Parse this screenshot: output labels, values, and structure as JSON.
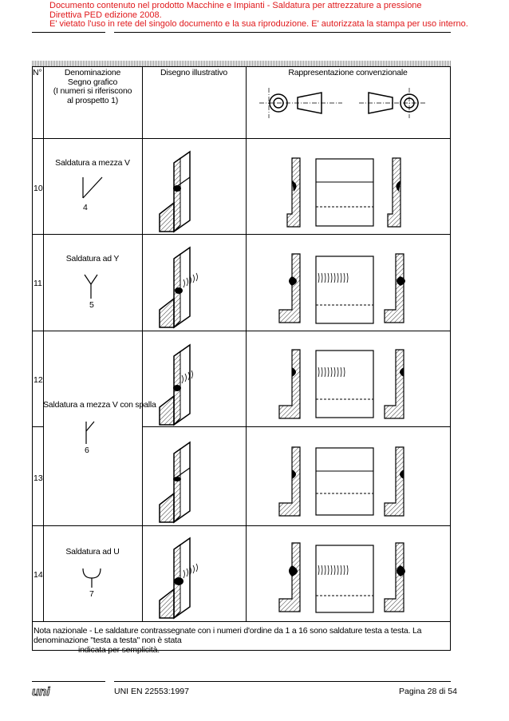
{
  "notice": {
    "line1": "Documento contenuto nel prodotto Macchine e Impianti - Saldatura per attrezzature a pressione",
    "line2": "Direttiva PED edizione 2008.",
    "line3": "E' vietato l'uso in rete del singolo documento e la sua riproduzione. E' autorizzata la stampa per uso interno."
  },
  "table": {
    "headers": {
      "num": "N°",
      "denom": [
        "Denominazione",
        "Segno grafico",
        "(I numeri si riferiscono",
        "al prospetto 1)"
      ],
      "drawing": "Disegno illustrativo",
      "repr": "Rappresentazione convenzionale"
    },
    "rows": [
      {
        "num": "10",
        "name": "Saldatura a mezza V",
        "ref": "4"
      },
      {
        "num": "11",
        "name": "Saldatura ad Y",
        "ref": "5"
      },
      {
        "num": "12",
        "name": "Saldatura a mezza V con spalla",
        "ref": "6"
      },
      {
        "num": "13"
      },
      {
        "num": "14",
        "name": "Saldatura ad U",
        "ref": "7"
      }
    ]
  },
  "note": {
    "line1": "Nota nazionale - Le saldature contrassegnate con i numeri d'ordine da 1 a 16 sono saldature testa a testa. La denominazione \"testa a testa\" non è stata",
    "line2": "indicata per semplicità."
  },
  "footer": {
    "standard": "UNI EN 22553:1997",
    "page": "Pagina 28 di 54"
  }
}
